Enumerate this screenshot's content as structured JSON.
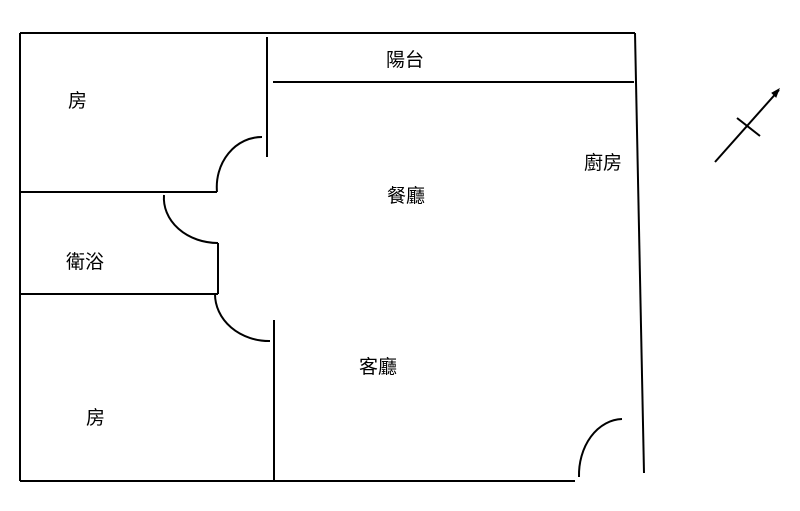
{
  "rooms": {
    "bedroom_top": "房",
    "balcony": "陽台",
    "kitchen": "廚房",
    "dining_room": "餐廳",
    "bathroom": "衛浴",
    "living_room": "客廳",
    "bedroom_bottom": "房"
  },
  "north_arrow": {
    "icon": "north-arrow-icon"
  }
}
